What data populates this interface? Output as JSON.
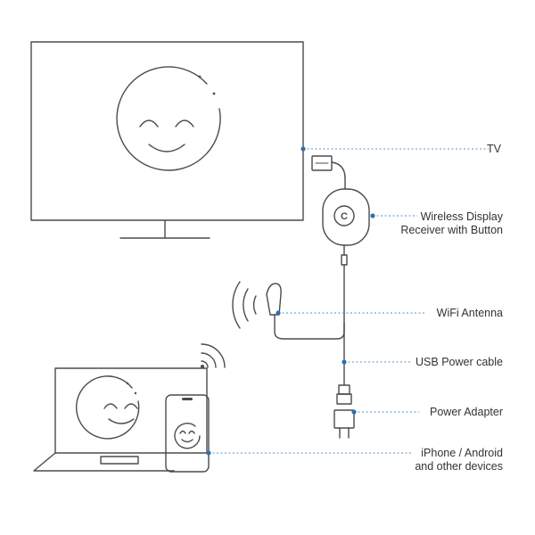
{
  "labels": {
    "tv": "TV",
    "receiver_line1": "Wireless Display",
    "receiver_line2": "Receiver with Button",
    "antenna": "WiFi Antenna",
    "usb_cable": "USB Power cable",
    "adapter": "Power Adapter",
    "devices_line1": "iPhone / Android",
    "devices_line2": "and other devices"
  },
  "receiver_button_glyph": "C",
  "icons": [
    "tv-icon",
    "hdmi-connector-icon",
    "receiver-icon",
    "usb-connector-icon",
    "antenna-icon",
    "wifi-icon",
    "laptop-icon",
    "phone-icon",
    "power-adapter-icon",
    "smiley-face-icon"
  ],
  "colors": {
    "line": "#4b4b4b",
    "leader": "#5a8fc2",
    "marker": "#2f6fb0",
    "text": "#333333"
  }
}
